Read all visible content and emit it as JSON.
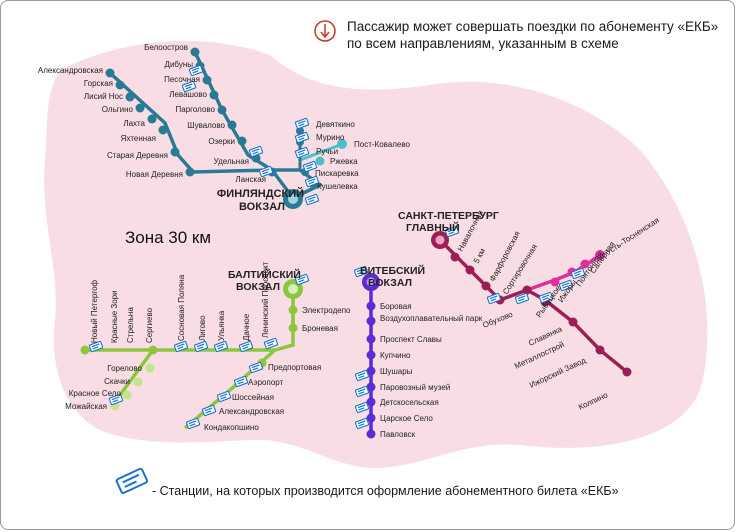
{
  "header": {
    "line1": "Пассажир может совершать поездки  по абонементу «ЕКБ»",
    "line2": "по всем направлениям, указанным в схеме"
  },
  "zone_label": "Зона 30 км",
  "footer": {
    "legend_text": "- Станции, на которых производится оформление абонементного билета «ЕКБ»"
  },
  "colors": {
    "zone": "#f9dde4",
    "finland": "#2a7a93",
    "finland_branch": "#4bc0c8",
    "baltic": "#8cc63f",
    "baltic_light": "#c3e48a",
    "vitebsk": "#5b2bd6",
    "moscow": "#9c1e55",
    "moscow_branch": "#e02f9b",
    "ticket": "#1b74c9"
  },
  "stations": {
    "finland_vokzal": "ФИНЛЯНДСКИЙ ВОКЗАЛ",
    "belоostrov": "Белоостров",
    "dibuny": "Дибуны",
    "pesochnaya": "Песочная",
    "levashovo": "Левашово",
    "pargolovo": "Парголово",
    "shuvalovo": "Шувалово",
    "ozerki": "Озерки",
    "udelnaya": "Удельная",
    "lanskaya": "Ланская",
    "aleksandrovskaya_n": "Александровская",
    "gorskaya": "Горская",
    "lisiy_nos": "Лисий Нос",
    "olgino": "Ольгино",
    "lakhta": "Лахта",
    "yakhtennaya": "Яхтенная",
    "staraya_derevnya": "Старая Деревня",
    "novaya_derevnya": "Новая Деревня",
    "devyatkino": "Девяткино",
    "murino": "Мурино",
    "ruchi": "Ручьи",
    "post_kovalevo": "Пост-Ковалево",
    "rzhevka": "Ржевка",
    "piskarevka": "Пискаревка",
    "kushelevka": "Кушелевка",
    "baltic_vokzal": "БАЛТИЙСКИЙ ВОКЗАЛ",
    "elektrodepo": "Электродепо",
    "bronevaya": "Броневая",
    "novy_petergof": "Новый Петергоф",
    "krasnye_zori": "Красные Зори",
    "strelna": "Стрельна",
    "sergievo": "Сергиево",
    "sosnovaya_polyana": "Сосновая Поляна",
    "ligovo": "Лигово",
    "ulyanka": "Ульянка",
    "dachnoe": "Дачное",
    "leninsky_prospekt": "Ленинский Проспект",
    "gorelovo": "Горелово",
    "skachki": "Скачки",
    "krasnoe_selo": "Красное Село",
    "mozhayskaya": "Можайская",
    "predportovaya": "Предпортовая",
    "aeroport": "Аэропорт",
    "shosseynaya": "Шоссейная",
    "aleksandrovskaya_s": "Александровская",
    "kondakopshino": "Кондакопшино",
    "vitebsk_vokzal": "ВИТЕБСКИЙ ВОКЗАЛ",
    "borovaya": "Боровая",
    "vozdukhoplavatelny_park": "Воздухоплавательный парк",
    "prospekt_slavy": "Проспект Славы",
    "kupchino": "Купчино",
    "shushary": "Шушары",
    "parovozny_muzey": "Паровозный музей",
    "detskoselskaya": "Детскосельская",
    "tsarskoe_selo": "Царское Село",
    "pavlovsk": "Павловск",
    "spb_glavny": "САНКТ-ПЕТЕРБУРГ ГЛАВНЫЙ",
    "navalochnaya": "Навалочная",
    "pyat_km": "5 км",
    "farforovskaya": "Фарфоровская",
    "sortirovochnaya": "Сортировочная",
    "obukhovo": "Обухово",
    "rybatskoe": "Рыбацкое",
    "izhory": "Ижоры",
    "pontonnaya": "Понтонная",
    "sapernaya": "Саперная",
    "ust_tosnenskaya": "Усть-Тосненская",
    "slavyanka": "Славянка",
    "metallostroy": "Металлострой",
    "izhorsky_zavod": "Ижорский Завод",
    "kolpino": "Колпино"
  }
}
